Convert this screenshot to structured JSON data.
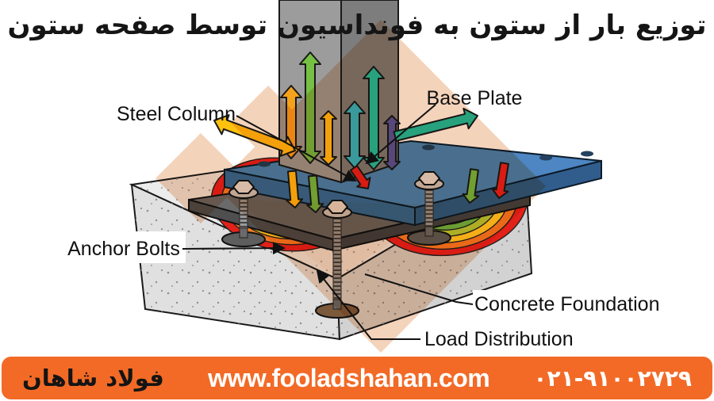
{
  "title": {
    "text": "توزیع بار از ستون به فونداسیون توسط صفحه ستون",
    "color": "#151515"
  },
  "diagram": {
    "labels": {
      "steel_column": "Steel Column",
      "base_plate": "Base Plate",
      "anchor_bolts": "Anchor Bolts",
      "concrete_foundation": "Concrete Foundation",
      "load_distribution": "Load Distribution"
    }
  },
  "footer": {
    "brand": "فولاد شاهان",
    "website": "www.fooladshahan.com",
    "phone": "۰۲۱-۹۱۰۰۲۷۲۹",
    "bg_color": "#f26a26",
    "brand_color": "#141414",
    "text_color": "#ffffff"
  },
  "colors": {
    "accent_orange": "#f26a26",
    "watermark_tan": "#eaa877",
    "column_gray_light": "#9c9c9c",
    "column_gray_dark": "#7d7d7d",
    "base_plate_blue": "#4d86c2",
    "dark_plate_gray": "#6a6a6a",
    "concrete_gray": "#e4e4e4",
    "outline_black": "#1a1a1a",
    "arrow_palette": {
      "orange": "#f5a21b",
      "green": "#76c043",
      "gold": "#ffc20e",
      "cyan": "#3bb9d4",
      "teal": "#29c3ab",
      "indigo": "#5b55a6",
      "red": "#e32119"
    },
    "stress_bands": [
      "#e32119",
      "#f57f20",
      "#ffd21f",
      "#b5d334",
      "#6fbf44",
      "#2ab7a9",
      "#2e86c6",
      "#5b52a0"
    ]
  }
}
